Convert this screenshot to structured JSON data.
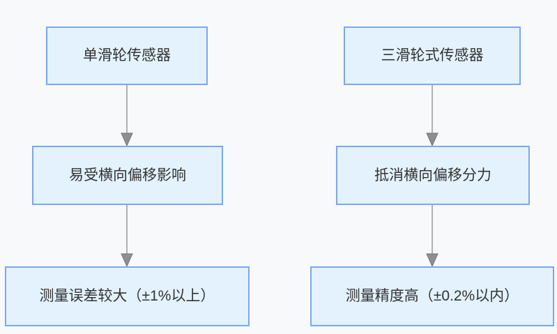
{
  "flowchart": {
    "background_color": "#f8f9fa",
    "node_fill_color": "#e3f2fd",
    "node_border_color": "#7aa7f0",
    "arrow_color": "#8f8f8f",
    "text_color": "#333333",
    "columns": [
      {
        "name": "single-pulley-sensor-flow",
        "nodes": [
          {
            "label": "单滑轮传感器"
          },
          {
            "label": "易受横向偏移影响"
          },
          {
            "label": "测量误差较大（±1%以上）"
          }
        ]
      },
      {
        "name": "three-pulley-sensor-flow",
        "nodes": [
          {
            "label": "三滑轮式传感器"
          },
          {
            "label": "抵消横向偏移分力"
          },
          {
            "label": "测量精度高（±0.2%以内）"
          }
        ]
      }
    ]
  }
}
